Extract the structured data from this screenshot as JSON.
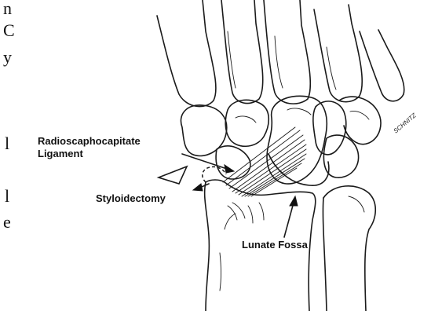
{
  "figure": {
    "labels": {
      "ligament_line1": "Radioscaphocapitate",
      "ligament_line2": "Ligament",
      "styloidectomy": "Styloidectomy",
      "lunate_fossa": "Lunate Fossa",
      "signature": "SCHNITZ"
    },
    "left_margin_fragments": [
      "n",
      "C",
      "y",
      "l",
      "l",
      "e"
    ]
  }
}
